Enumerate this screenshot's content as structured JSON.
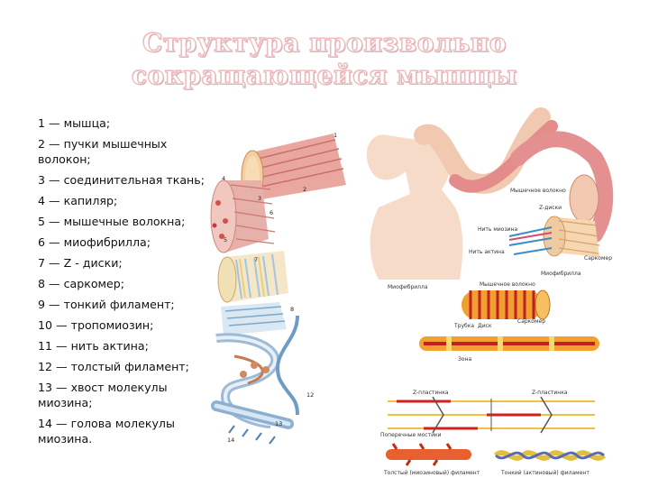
{
  "title": {
    "line1": "Структура произвольно",
    "line2": "сокращающейся мышцы"
  },
  "legend": [
    "1 — мышца;",
    "2 — пучки мышечных волокон;",
    "3 — соединительная ткань;",
    "4 — капиляр;",
    "5 — мышечные волокна;",
    "6 — миофибрилла;",
    "7 — Z - диски;",
    "8 — саркомер;",
    "9 — тонкий филамент;",
    "10 — тропомиозин;",
    "11 — нить актина;",
    "12 — толстый филамент;",
    "13 — хвост молекулы миозина;",
    "14 — голова молекулы миозина."
  ],
  "figure_labels": {
    "n1": "1",
    "n2": "2",
    "n3": "3",
    "n4": "4",
    "n5": "5",
    "n6": "6",
    "n7": "7",
    "n8": "8",
    "n12": "12",
    "n13": "13",
    "n14": "14",
    "muscle_fiber": "Мышечное волокно",
    "z_disc": "Z-диски",
    "myosin_thread": "Нить миозина",
    "actin_thread": "Нить актина",
    "sarcomere": "Саркомер",
    "myofibril": "Миофибрилла",
    "myofibril2": "Миофибрилла",
    "muscle_fiber2": "Мышечное волокно",
    "tube": "Трубка",
    "disc": "Диск",
    "zone": "Зона",
    "sarcomere2": "Саркомер",
    "z_plate1": "Z-пластинка",
    "z_plate2": "Z-пластинка",
    "cross_bridges": "Поперечные мостики",
    "thick_filament": "Толстый (миозиновый) филамент",
    "thin_filament": "Тонкий (актиновый) филамент"
  }
}
